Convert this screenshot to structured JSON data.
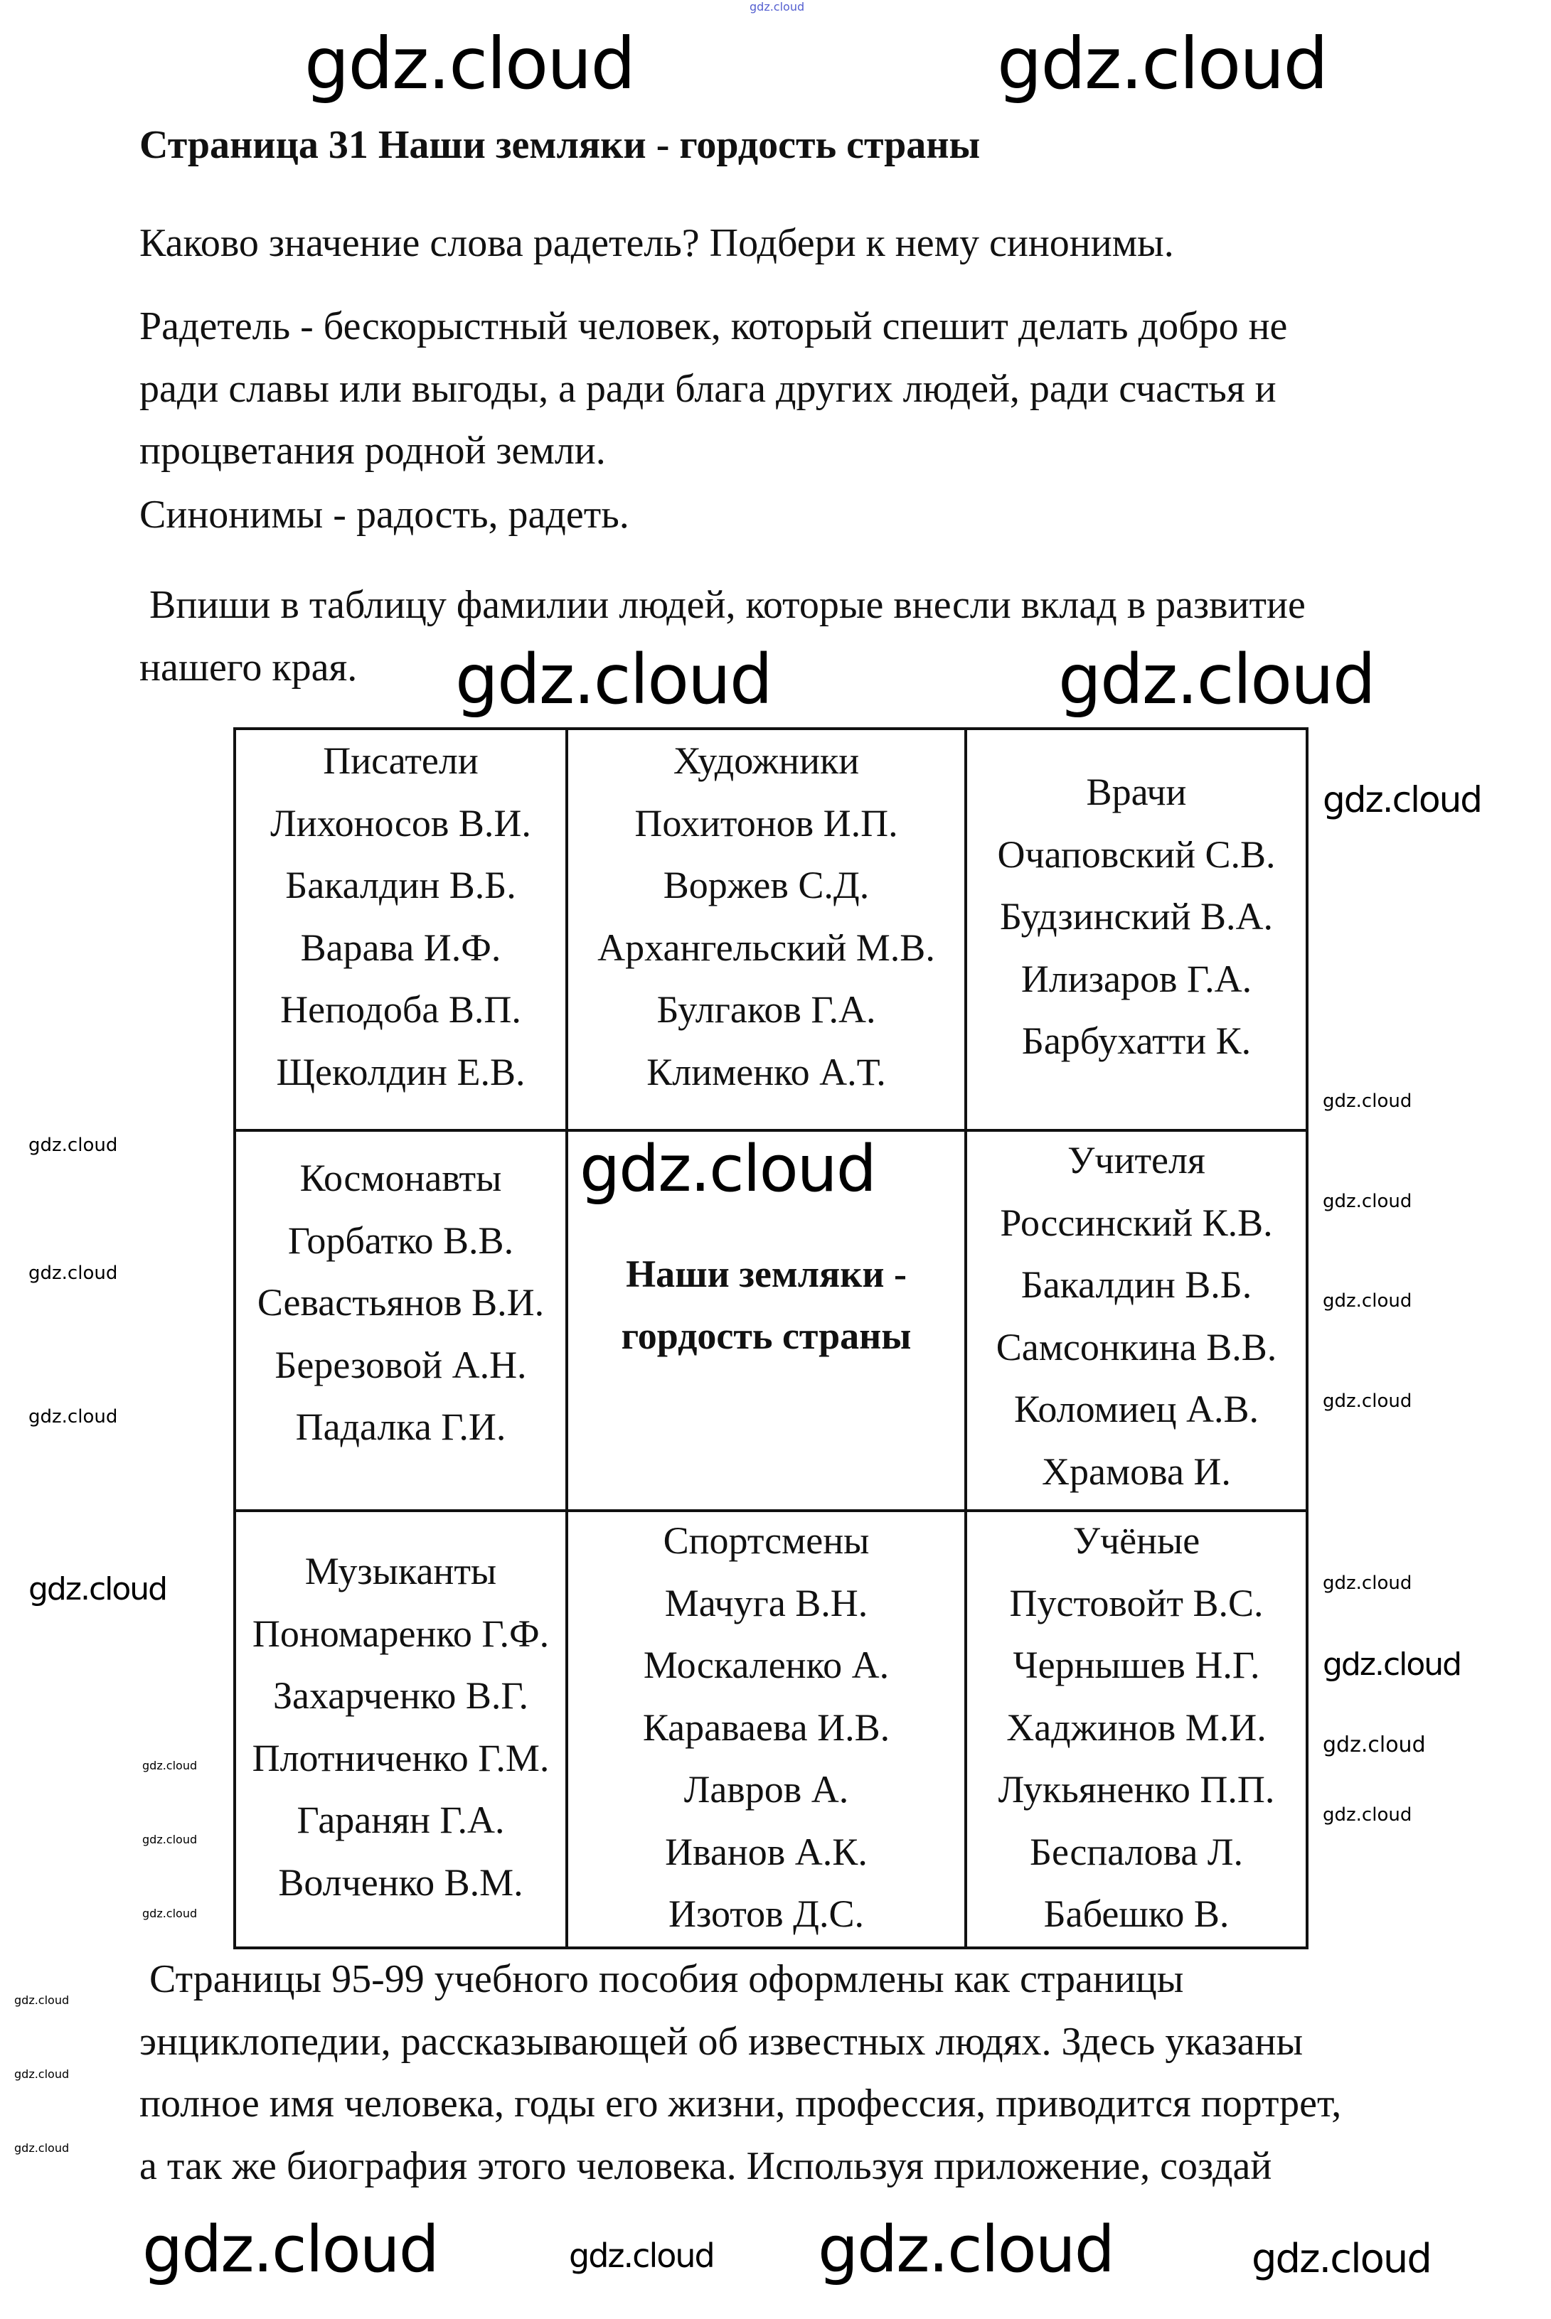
{
  "title": "Страница 31 Наши земляки - гордость страны",
  "question": "Каково значение слова радетель? Подбери к нему синонимы.",
  "answer_lines": [
    "Радетель - бескорыстный человек, который спешит делать добро не",
    "ради славы или выгоды, а ради блага других людей, ради счастья и",
    "процветания родной земли.",
    "Синонимы - радость, радеть."
  ],
  "task_lines": [
    " Впиши в таблицу фамилии людей, которые внесли вклад в развитие",
    "нашего края."
  ],
  "table": {
    "center": [
      "Наши земляки -",
      "гордость страны"
    ],
    "cells": [
      {
        "heading": "Писатели",
        "names": [
          "Лихоносов В.И.",
          "Бакалдин В.Б.",
          "Варава И.Ф.",
          "Неподоба В.П.",
          "Щеколдин Е.В."
        ]
      },
      {
        "heading": "Художники",
        "names": [
          "Похитонов И.П.",
          "Воржев С.Д.",
          "Архангельский М.В.",
          "Булгаков Г.А.",
          "Клименко А.Т."
        ]
      },
      {
        "heading": "Врачи",
        "names": [
          "Очаповский С.В.",
          "Будзинский В.А.",
          "Илизаров Г.А.",
          "Барбухатти К."
        ]
      },
      {
        "heading": "Космонавты",
        "names": [
          "Горбатко В.В.",
          "Севастьянов В.И.",
          "Березовой А.Н.",
          "Падалка Г.И."
        ]
      },
      {
        "heading": "Учителя",
        "names": [
          "Россинский К.В.",
          "Бакалдин В.Б.",
          "Самсонкина В.В.",
          "Коломиец А.В.",
          "Храмова И."
        ]
      },
      {
        "heading": "Музыканты",
        "names": [
          "Пономаренко Г.Ф.",
          "Захарченко В.Г.",
          "Плотниченко Г.М.",
          "Гаранян Г.А.",
          "Волченко В.М."
        ]
      },
      {
        "heading": "Спортсмены",
        "names": [
          "Мачуга В.Н.",
          "Москаленко А.",
          "Караваева И.В.",
          "Лавров А.",
          "Иванов А.К.",
          "Изотов Д.С."
        ]
      },
      {
        "heading": "Учёные",
        "names": [
          "Пустовойт В.С.",
          "Чернышев Н.Г.",
          "Хаджинов М.И.",
          "Лукьяненко П.П.",
          "Беспалова Л.",
          "Бабешко В."
        ]
      }
    ]
  },
  "bottom_lines": [
    " Страницы 95-99 учебного пособия оформлены как страницы",
    "энциклопедии, рассказывающей об известных людях. Здесь указаны",
    "полное имя человека, годы его жизни, профессия, приводится портрет,",
    "а так же биография этого человека. Используя приложение, создай"
  ],
  "watermark": "gdz.cloud"
}
